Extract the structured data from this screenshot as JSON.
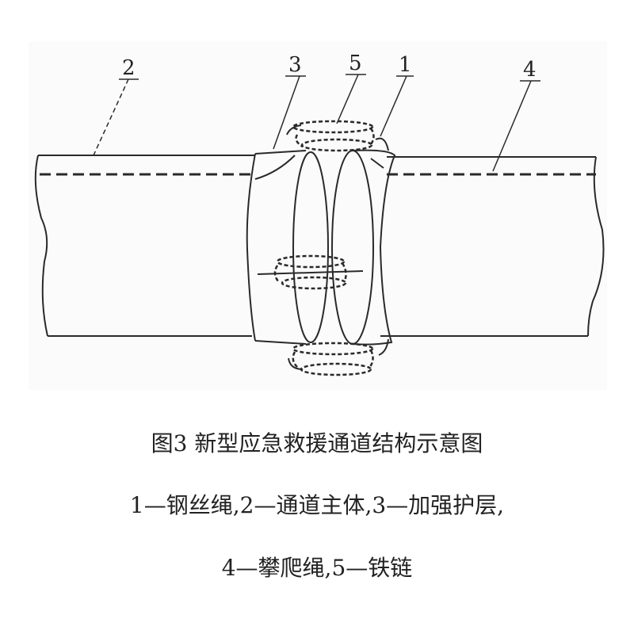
{
  "diagram": {
    "labels": {
      "main_body": "2",
      "reinforcement_layer": "3",
      "iron_chain": "5",
      "steel_rope": "1",
      "climbing_rope": "4"
    }
  },
  "caption": {
    "title": "图3   新型应急救援通道结构示意图",
    "legend_line_1": "1—钢丝绳,2—通道主体,3—加强护层,",
    "legend_line_2": "4—攀爬绳,5—铁链"
  },
  "colors": {
    "line": "#2a2a2a",
    "background": "#ffffff",
    "panel": "#fbfbfb"
  }
}
